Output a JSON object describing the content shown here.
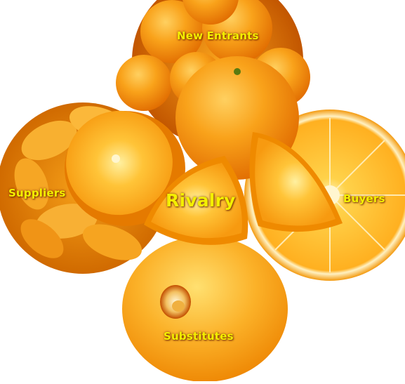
{
  "labels": {
    "new_entrants": "New Entrants",
    "suppliers": "Suppliers",
    "buyers": "Buyers",
    "substitutes": "Substitutes",
    "rivalry": "Rivalry"
  },
  "colors": {
    "label_text": "#f4f000",
    "orange_main": "#f7a010",
    "orange_dark": "#e06a00",
    "orange_light": "#ffc640",
    "pith": "#fff4c8",
    "background": "#ffffff"
  },
  "icons": {
    "new_entrants": "pile-of-oranges-image",
    "suppliers": "orange-segments-image",
    "buyers": "orange-slice-image",
    "substitutes": "orange-with-hole-image",
    "rivalry": "cut-oranges-cluster-image"
  }
}
